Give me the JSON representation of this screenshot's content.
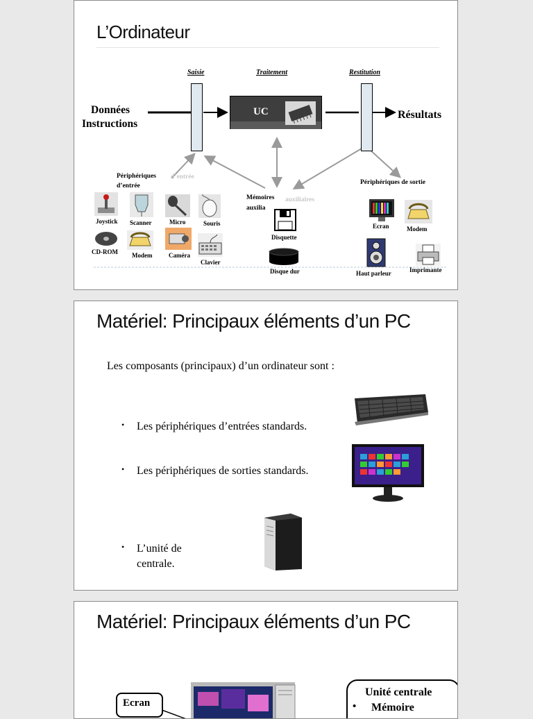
{
  "slide1": {
    "title": "L’Ordinateur",
    "headers": {
      "saisie": "Saisie",
      "traitement": "Traitement",
      "restitution": "Restitution"
    },
    "input_label": [
      "Données",
      "Instructions"
    ],
    "uc_label": "UC",
    "output_label": "Résultats",
    "peripheriques_entree": [
      "Périphériques",
      "d’entrée"
    ],
    "peripheriques_entree_ghost": "d’entrée",
    "memoires": [
      "Mémoires",
      "auxilia"
    ],
    "memoires_ghost": "auxiliaires",
    "peripheriques_sortie": "Périphériques de sortie",
    "input_devices": {
      "joystick": "Joystick",
      "scanner": "Scanner",
      "micro": "Micro",
      "souris": "Souris",
      "cdrom": "CD-ROM",
      "modem": "Modem",
      "camera": "Caméra",
      "clavier": "Clavier"
    },
    "storage": {
      "disquette": "Disquette",
      "disque_dur": "Disque dur"
    },
    "output_devices": {
      "ecran": "Ecran",
      "modem": "Modem",
      "haut_parleur": "Haut parleur",
      "imprimante": "Imprimante"
    }
  },
  "slide2": {
    "title": "Matériel: Principaux éléments d’un PC",
    "intro": "Les composants (principaux) d’un ordinateur sont :",
    "bullets": [
      "Les périphériques d’entrées standards.",
      "Les périphériques de sorties standards.",
      "L’unité de centrale."
    ]
  },
  "slide3": {
    "title": "Matériel: Principaux éléments d’un PC",
    "ecran_label": "Ecran",
    "uc_label": "Unité centrale",
    "uc_bullet": "Mémoire"
  }
}
